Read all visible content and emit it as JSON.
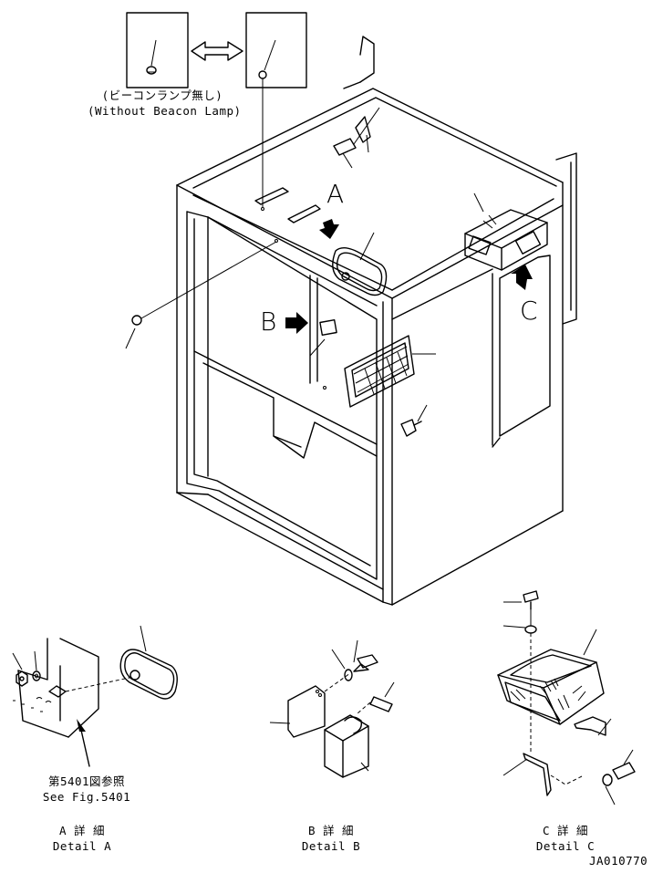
{
  "top_note": {
    "jp": "(ビーコンランプ無し)",
    "en": "(Without Beacon Lamp)"
  },
  "view_letters": {
    "a": "A",
    "b": "B",
    "c": "C"
  },
  "reference": {
    "jp": "第5401図参照",
    "en": "See Fig.5401"
  },
  "details": {
    "a": {
      "jp": "A 詳 細",
      "en": "Detail A"
    },
    "b": {
      "jp": "B 詳 細",
      "en": "Detail B"
    },
    "c": {
      "jp": "C 詳 細",
      "en": "Detail C"
    }
  },
  "drawing_code": "JA010770"
}
